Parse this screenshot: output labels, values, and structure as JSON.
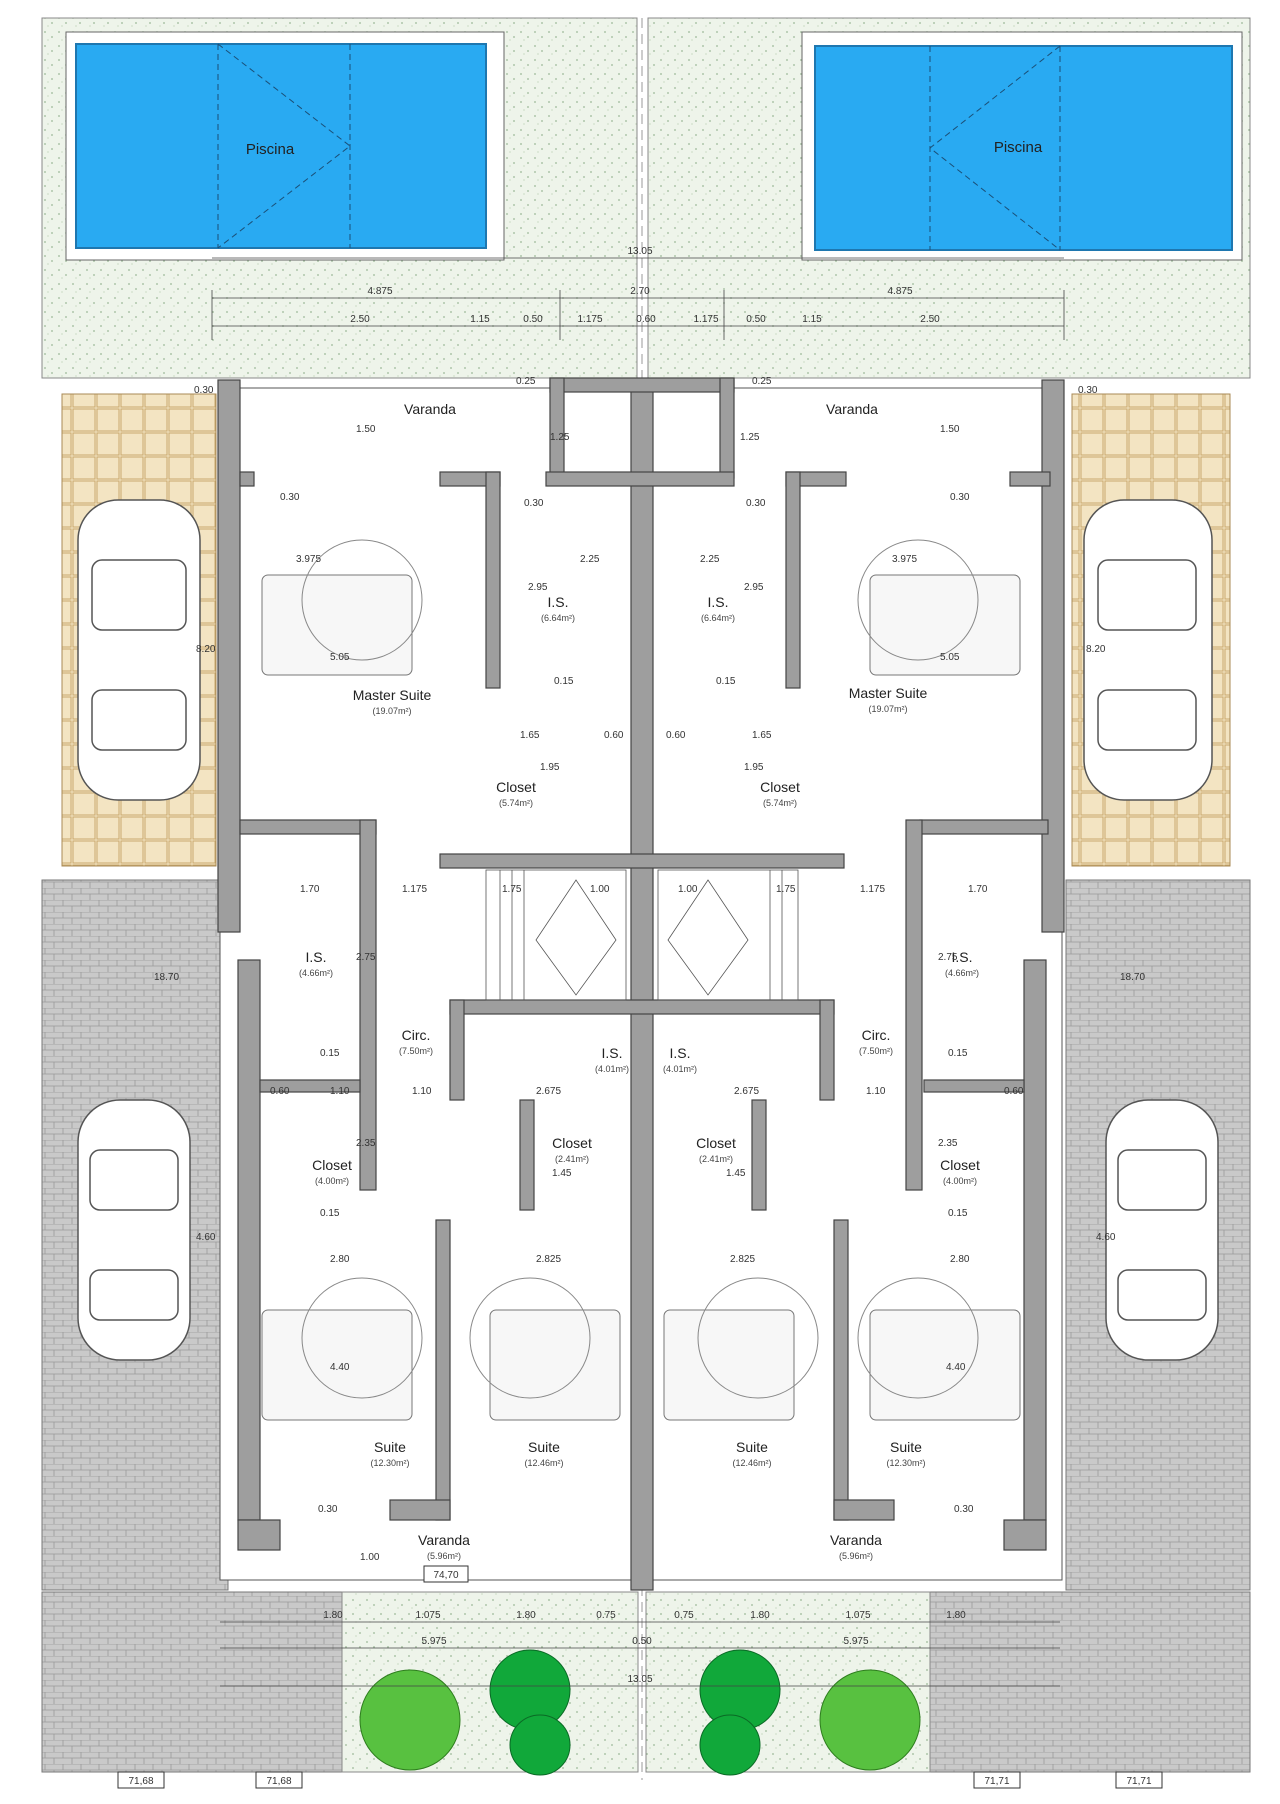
{
  "rooms": {
    "pool_left": "Piscina",
    "pool_right": "Piscina",
    "varanda_top_left": "Varanda",
    "varanda_top_right": "Varanda",
    "master_left": "Master Suite",
    "master_left_area": "(19.07m²)",
    "master_right": "Master Suite",
    "master_right_area": "(19.07m²)",
    "is_top_left": "I.S.",
    "is_top_left_area": "(6.64m²)",
    "is_top_right": "I.S.",
    "is_top_right_area": "(6.64m²)",
    "closet_top_left": "Closet",
    "closet_top_left_area": "(5.74m²)",
    "closet_top_right": "Closet",
    "closet_top_right_area": "(5.74m²)",
    "is_mid_left": "I.S.",
    "is_mid_left_area": "(4.66m²)",
    "is_mid_right": "I.S.",
    "is_mid_right_area": "(4.66m²)",
    "circ_left": "Circ.",
    "circ_left_area": "(7.50m²)",
    "circ_right": "Circ.",
    "circ_right_area": "(7.50m²)",
    "is_center_left": "I.S.",
    "is_center_left_area": "(4.01m²)",
    "is_center_right": "I.S.",
    "is_center_right_area": "(4.01m²)",
    "closet_mid_left": "Closet",
    "closet_mid_left_area": "(4.00m²)",
    "closet_mid_right": "Closet",
    "closet_mid_right_area": "(4.00m²)",
    "closet_center_left": "Closet",
    "closet_center_left_area": "(2.41m²)",
    "closet_center_right": "Closet",
    "closet_center_right_area": "(2.41m²)",
    "suite_1": "Suite",
    "suite_1_area": "(12.30m²)",
    "suite_2": "Suite",
    "suite_2_area": "(12.46m²)",
    "suite_3": "Suite",
    "suite_3_area": "(12.46m²)",
    "suite_4": "Suite",
    "suite_4_area": "(12.30m²)",
    "varanda_bottom_left": "Varanda",
    "varanda_bottom_left_area": "(5.96m²)",
    "varanda_bottom_right": "Varanda",
    "varanda_bottom_right_area": "(5.96m²)"
  },
  "levels": {
    "center": "74,70",
    "bottom_1": "71,68",
    "bottom_2": "71,68",
    "bottom_3": "71,71",
    "bottom_4": "71,71"
  },
  "dims": {
    "top_total": "13.05",
    "top_4875_l": "4.875",
    "top_270": "2.70",
    "top_4875_r": "4.875",
    "d250_l": "2.50",
    "d115_l": "1.15",
    "d050_l": "0.50",
    "d1175_l": "1.175",
    "d060_c": "0.60",
    "d1175_r": "1.175",
    "d050_r": "0.50",
    "d115_r": "1.15",
    "d250_r": "2.50",
    "d030_tl": "0.30",
    "d030_tr": "0.30",
    "d025_l": "0.25",
    "d025_r": "0.25",
    "v150_l": "1.50",
    "v125_l": "1.25",
    "v125_r": "1.25",
    "v150_r": "1.50",
    "d030_ml1": "0.30",
    "d030_ml2": "0.30",
    "d030_mr1": "0.30",
    "d030_mr2": "0.30",
    "d225_l": "2.25",
    "d225_r": "2.25",
    "d3975_l": "3.975",
    "d3975_r": "3.975",
    "v295_l": "2.95",
    "v295_r": "2.95",
    "v505_l": "5.05",
    "v505_r": "5.05",
    "d015_a": "0.15",
    "d015_b": "0.15",
    "d165_l": "1.65",
    "d060_l": "0.60",
    "d060_r": "0.60",
    "d165_r": "1.65",
    "v195_l": "1.95",
    "v195_r": "1.95",
    "d170_l": "1.70",
    "d1175_ml": "1.175",
    "d175_l": "1.75",
    "d100_l": "1.00",
    "d100_r": "1.00",
    "d175_r": "1.75",
    "d1175_mr": "1.175",
    "d170_r": "1.70",
    "v275_l": "2.75",
    "v275_r": "2.75",
    "d015_c": "0.15",
    "d015_d": "0.15",
    "d060_ml": "0.60",
    "d110_a": "1.10",
    "d110_b": "1.10",
    "d2675_l": "2.675",
    "d2675_r": "2.675",
    "d110_c": "1.10",
    "d060_mr": "0.60",
    "v235_l": "2.35",
    "v235_r": "2.35",
    "v145_l": "1.45",
    "v145_r": "1.45",
    "d015_e": "0.15",
    "d015_f": "0.15",
    "d280_l": "2.80",
    "d2825_l": "2.825",
    "d2825_r": "2.825",
    "d280_r": "2.80",
    "v440_a": "4.40",
    "v440_b": "4.40",
    "d030_bl": "0.30",
    "d030_br": "0.30",
    "v100_b": "1.00",
    "v820_l": "8.20",
    "v820_r": "8.20",
    "v1870_l": "18.70",
    "v1870_r": "18.70",
    "v460_l": "4.60",
    "v460_r": "4.60",
    "b180_l": "1.80",
    "b1075_l": "1.075",
    "b180_cl": "1.80",
    "b075_l": "0.75",
    "b075_r": "0.75",
    "b180_cr": "1.80",
    "b1075_r": "1.075",
    "b180_r": "1.80",
    "b5975_l": "5.975",
    "b050": "0.50",
    "b5975_r": "5.975",
    "b_total": "13.05"
  }
}
